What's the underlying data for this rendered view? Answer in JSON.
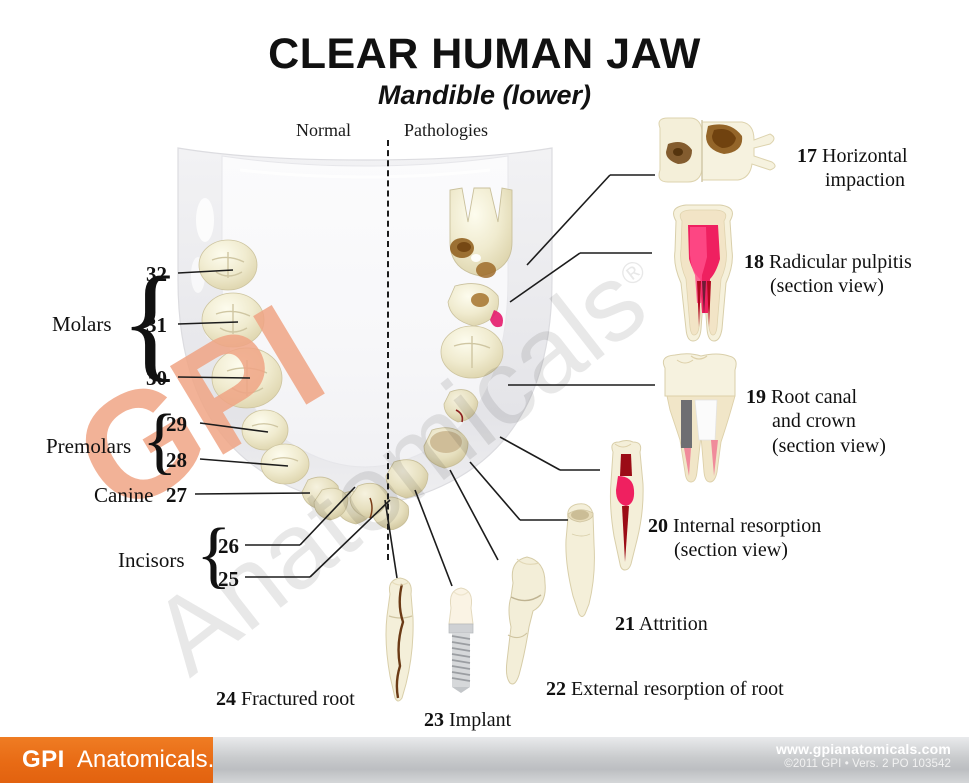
{
  "header": {
    "title": "CLEAR HUMAN JAW",
    "subtitle": "Mandible (lower)",
    "column_normal": "Normal",
    "column_pathologies": "Pathologies"
  },
  "watermarks": {
    "primary": "GPI",
    "secondary": "Anatomicals",
    "secondary_mark": "®",
    "primary_color": "#F0A585",
    "secondary_color": "#000000"
  },
  "left_labels": {
    "groups": [
      {
        "name": "Molars",
        "numbers": [
          "32",
          "31",
          "30"
        ]
      },
      {
        "name": "Premolars",
        "numbers": [
          "29",
          "28"
        ]
      },
      {
        "name": "Canine",
        "numbers": [
          "27"
        ]
      },
      {
        "name": "Incisors",
        "numbers": [
          "26",
          "25"
        ]
      }
    ],
    "molars_label": "Molars",
    "premolars_label": "Premolars",
    "canine_label": "Canine",
    "canine_number": "27",
    "incisors_label": "Incisors",
    "n32": "32",
    "n31": "31",
    "n30": "30",
    "n29": "29",
    "n28": "28",
    "n26": "26",
    "n25": "25"
  },
  "pathology_labels": [
    {
      "num": "17",
      "line1": "Horizontal",
      "line2": "impaction",
      "line3": ""
    },
    {
      "num": "18",
      "line1": "Radicular pulpitis",
      "line2": "(section view)",
      "line3": ""
    },
    {
      "num": "19",
      "line1": "Root canal",
      "line2": "and crown",
      "line3": "(section view)"
    },
    {
      "num": "20",
      "line1": "Internal resorption",
      "line2": "(section view)",
      "line3": ""
    },
    {
      "num": "21",
      "line1": "Attrition",
      "line2": "",
      "line3": ""
    },
    {
      "num": "22",
      "line1": "External resorption of root",
      "line2": "",
      "line3": ""
    },
    {
      "num": "23",
      "line1": "Implant",
      "line2": "",
      "line3": ""
    },
    {
      "num": "24",
      "line1": "Fractured root",
      "line2": "",
      "line3": ""
    }
  ],
  "footer": {
    "logo_primary": "GPI",
    "logo_secondary": "Anatomicals.",
    "url": "www.gpianatomicals.com",
    "copyright": "©2011 GPI • Vers. 2 PO 103542",
    "bar_color": "#e86b15"
  }
}
